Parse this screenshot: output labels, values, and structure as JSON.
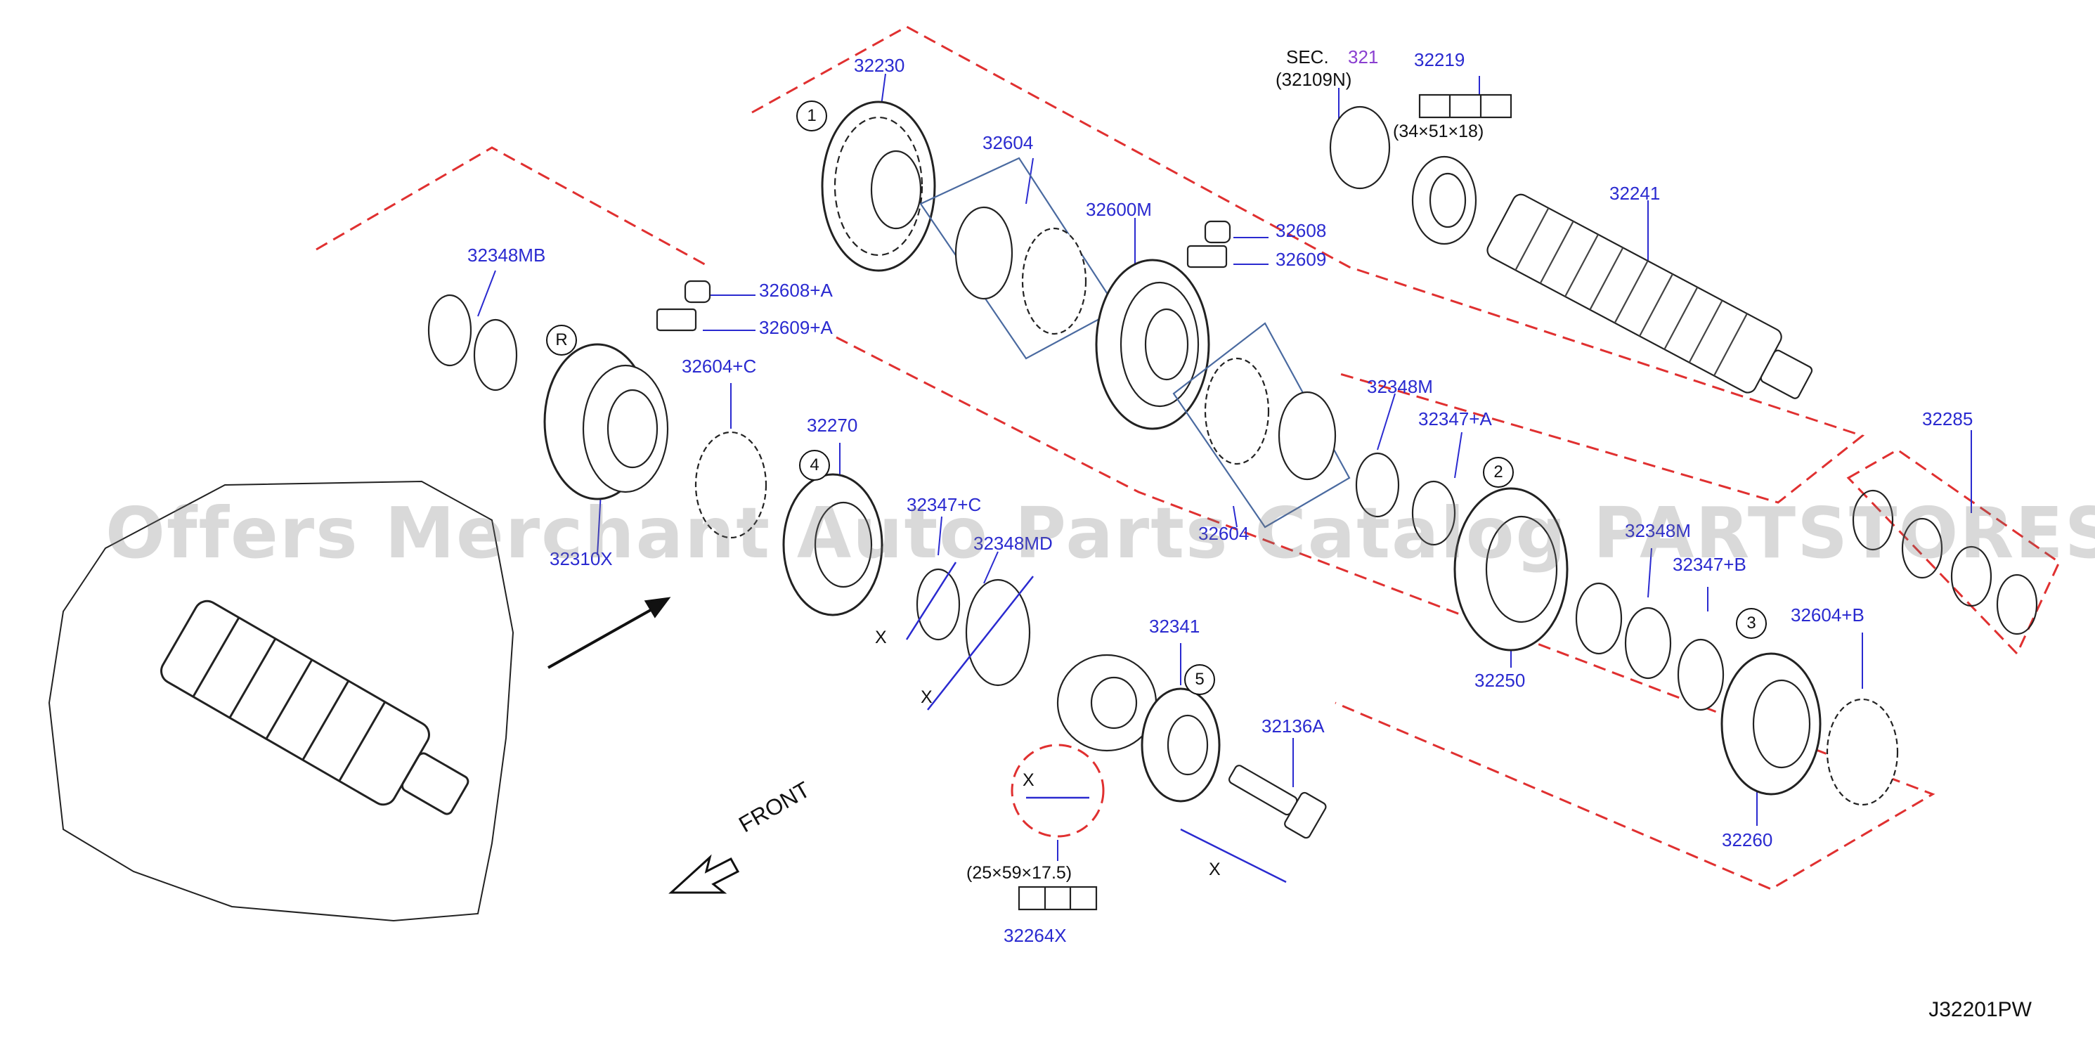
{
  "diagram": {
    "code": "J32201PW",
    "front_label": "FRONT",
    "watermark": "Offers Merchant Auto Parts Catalog PARTSTORESA",
    "section_ref": {
      "prefix": "SEC.",
      "number": "321",
      "part": "(32109N)"
    },
    "dimensions": {
      "bearing_a": "(34×51×18)",
      "bearing_b": "(25×59×17.5)",
      "x": "X"
    },
    "callouts": [
      "1",
      "2",
      "3",
      "4",
      "5",
      "R"
    ],
    "parts": {
      "p32230": "32230",
      "p32604": "32604",
      "p32600M": "32600M",
      "p32608": "32608",
      "p32609": "32609",
      "p32219": "32219",
      "p32241": "32241",
      "p32348MB": "32348MB",
      "p32608A": "32608+A",
      "p32609A": "32609+A",
      "p32604C": "32604+C",
      "p32270": "32270",
      "p32348M": "32348M",
      "p32347A": "32347+A",
      "p32285": "32285",
      "p32347C": "32347+C",
      "p32348MD": "32348MD",
      "p32310X": "32310X",
      "p32604b": "32604",
      "p32348Mb2": "32348M",
      "p32347B": "32347+B",
      "p32250": "32250",
      "p32604B": "32604+B",
      "p32260": "32260",
      "p32341": "32341",
      "p32136A": "32136A",
      "p32264X": "32264X"
    }
  }
}
